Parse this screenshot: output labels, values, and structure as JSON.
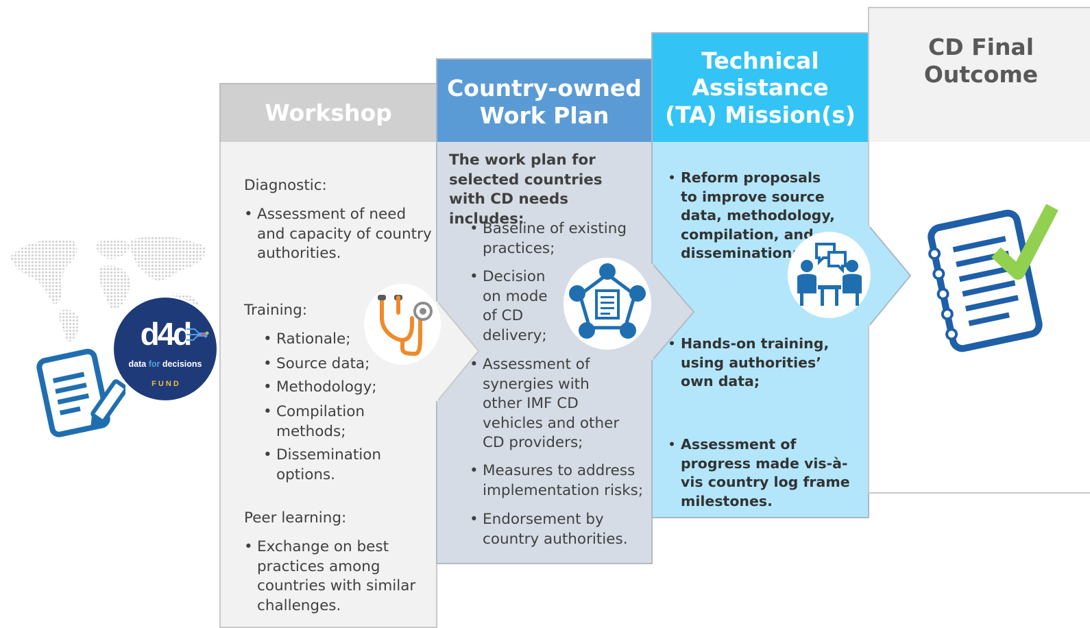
{
  "logo": {
    "main": "d4d",
    "tagline_parts": [
      "data ",
      "for",
      " decisions"
    ],
    "sub": "F U N D",
    "colors": {
      "circle": "#1f3a78",
      "accent": "#4fa3e0"
    }
  },
  "workshop": {
    "title": "Workshop",
    "diagnostic_heading": "Diagnostic:",
    "diagnostic_items": [
      "Assessment of need and capacity of country authorities."
    ],
    "training_heading": "Training:",
    "training_items": [
      "Rationale;",
      "Source data;",
      "Methodology;",
      "Compilation methods;",
      "Dissemination options."
    ],
    "peer_heading": "Peer learning:",
    "peer_items": [
      "Exchange on best practices among countries with similar challenges."
    ]
  },
  "work_plan": {
    "title": "Country-owned Work Plan",
    "intro": "The work plan for selected countries with CD needs includes:",
    "items": [
      "Baseline of existing practices;",
      "Decision on mode of CD delivery;",
      "Assessment of synergies with other IMF CD vehicles and other CD providers;",
      "Measures to address implementation risks;",
      "Endorsement by country authorities."
    ]
  },
  "ta_mission": {
    "title": "Technical Assistance (TA) Mission(s)",
    "items": [
      "Reform proposals to improve source data, methodology, compilation, and dissemination;",
      "Hands-on training, using authorities’ own data;",
      "Assessment of progress made vis-à-vis country log frame milestones."
    ]
  },
  "outcome": {
    "title": "CD Final Outcome"
  },
  "icons": [
    "world-map-icon",
    "document-pen-icon",
    "stethoscope-icon",
    "network-document-icon",
    "meeting-chat-icon",
    "checklist-icon"
  ],
  "colors": {
    "workshop_head": "#d0d0d0",
    "workplan_head": "#5b9bd5",
    "ta_head": "#33c4f5",
    "icon_blue": "#1f6fb0",
    "check_green": "#92d050",
    "stethoscope_orange": "#ef8a2a"
  }
}
